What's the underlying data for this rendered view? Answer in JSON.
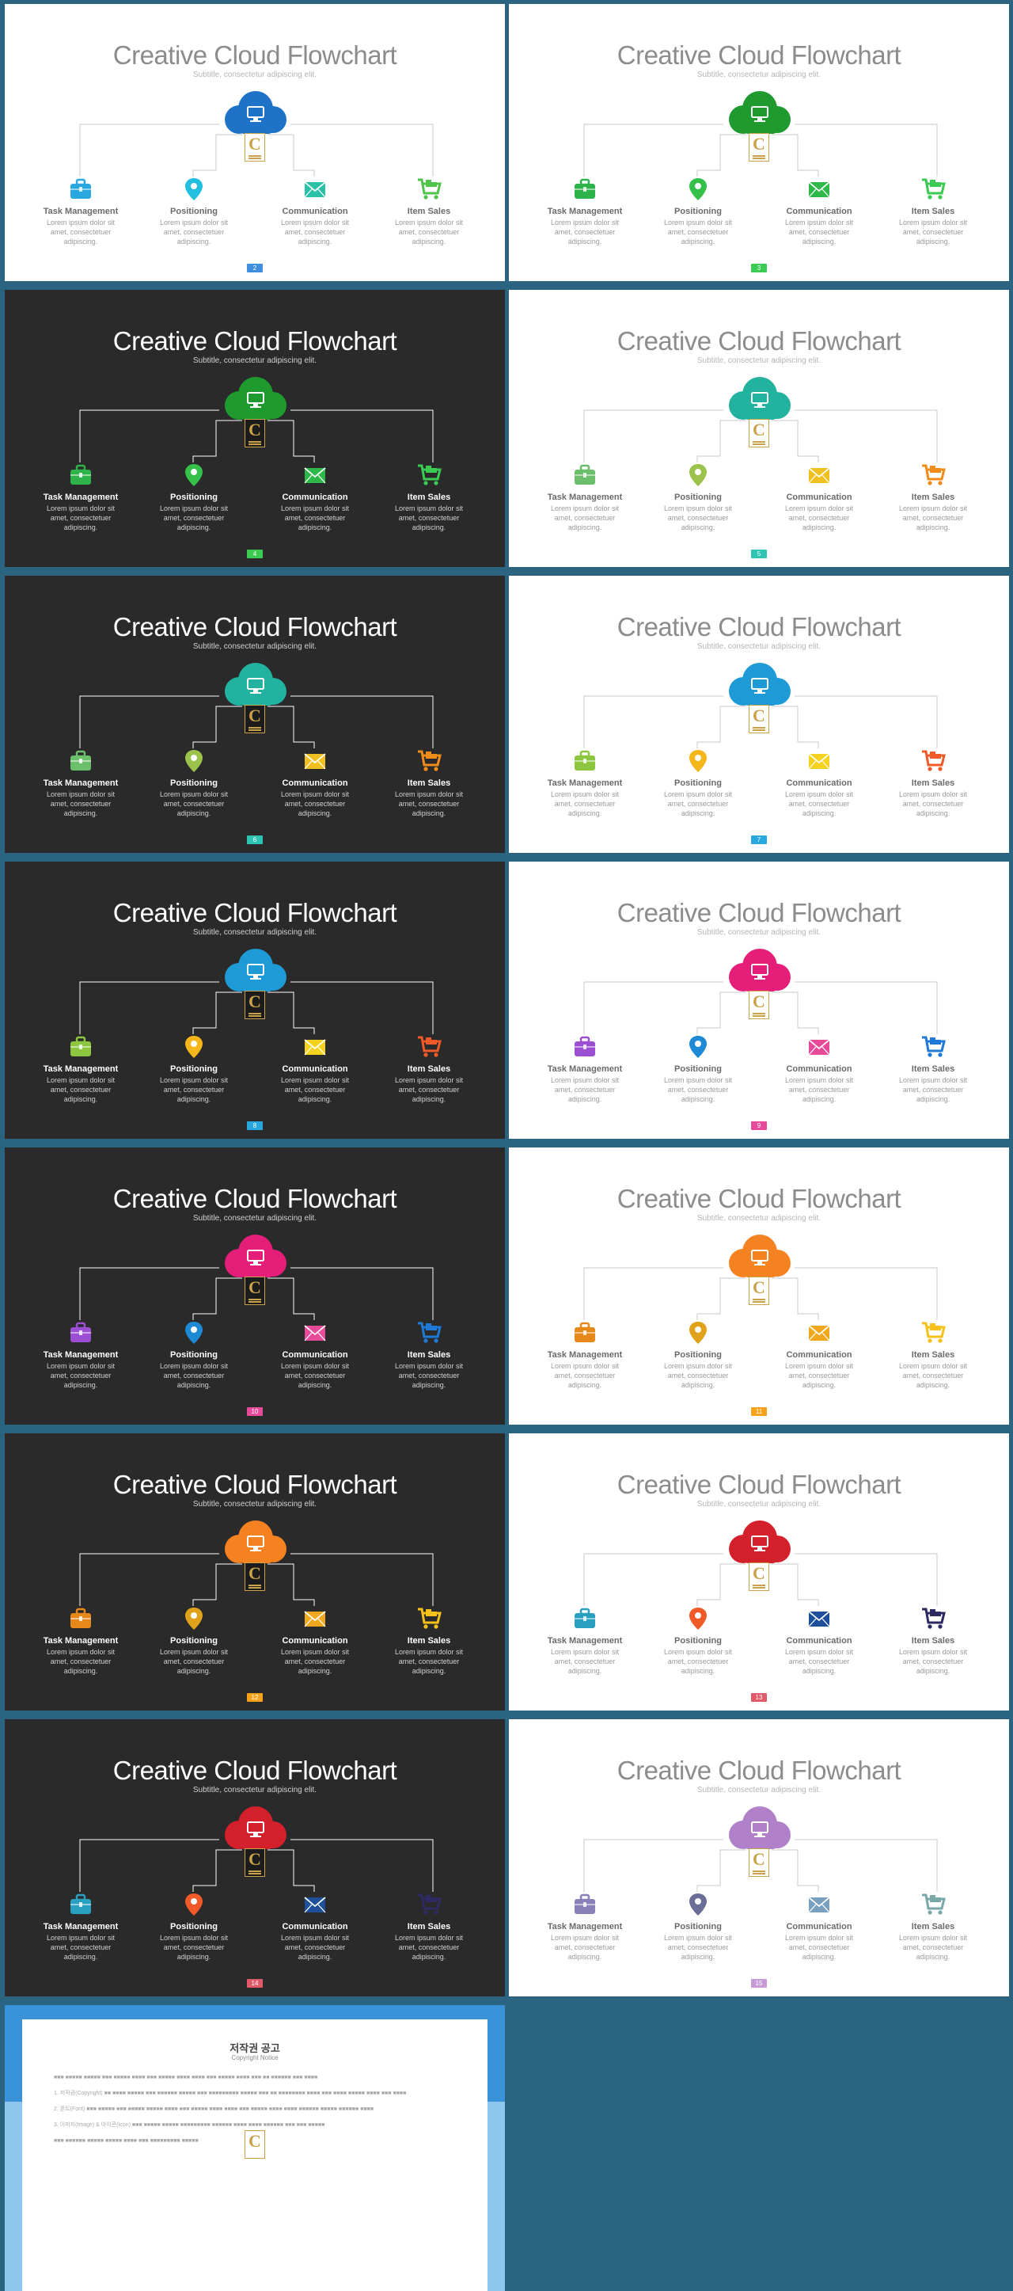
{
  "slide_text": {
    "title": "Creative Cloud Flowchart",
    "subtitle": "Subtitle, consectetur adipiscing elit.",
    "nodes": [
      {
        "label": "Task Management",
        "desc": "Lorem ipsum dolor sit amet, consectetuer adipiscing.",
        "icon": "briefcase-icon"
      },
      {
        "label": "Positioning",
        "desc": "Lorem ipsum dolor sit amet, consectetuer adipiscing.",
        "icon": "map-pin-icon"
      },
      {
        "label": "Communication",
        "desc": "Lorem ipsum dolor sit amet, consectetuer adipiscing.",
        "icon": "envelope-icon"
      },
      {
        "label": "Item Sales",
        "desc": "Lorem ipsum dolor sit amet, consectetuer adipiscing.",
        "icon": "cart-icon"
      }
    ]
  },
  "slides": [
    {
      "page": "2",
      "theme": "light",
      "cloud": "#1e73c8",
      "icons": [
        "#29a8e0",
        "#22bfe0",
        "#2bc0a8",
        "#4fc34a"
      ],
      "badge": "#3f8fe0"
    },
    {
      "page": "3",
      "theme": "light",
      "cloud": "#1e9a2e",
      "icons": [
        "#2db34a",
        "#35c04a",
        "#2fb84a",
        "#3ccb52"
      ],
      "badge": "#3ccb52"
    },
    {
      "page": "4",
      "theme": "dark",
      "cloud": "#1e9a2e",
      "icons": [
        "#2db34a",
        "#35c04a",
        "#2fb84a",
        "#3ccb52"
      ],
      "badge": "#3ccb52"
    },
    {
      "page": "5",
      "theme": "light",
      "cloud": "#22b2a0",
      "icons": [
        "#6cbf6a",
        "#9bc24a",
        "#f0c020",
        "#ef8c1a"
      ],
      "badge": "#2ec4b4"
    },
    {
      "page": "6",
      "theme": "dark",
      "cloud": "#22b2a0",
      "icons": [
        "#6cbf6a",
        "#9bc24a",
        "#f0c020",
        "#ef8c1a"
      ],
      "badge": "#2ec4b4"
    },
    {
      "page": "7",
      "theme": "light",
      "cloud": "#1e9ad6",
      "icons": [
        "#8cc63e",
        "#f4b619",
        "#f4d21e",
        "#ef5a28"
      ],
      "badge": "#29a8e0"
    },
    {
      "page": "8",
      "theme": "dark",
      "cloud": "#1e9ad6",
      "icons": [
        "#8cc63e",
        "#f4b619",
        "#f4d21e",
        "#ef5a28"
      ],
      "badge": "#29a8e0"
    },
    {
      "page": "9",
      "theme": "light",
      "cloud": "#e41e79",
      "icons": [
        "#9b4fd3",
        "#1e8ad6",
        "#e84a9a",
        "#1e7ad6"
      ],
      "badge": "#e84a9a"
    },
    {
      "page": "10",
      "theme": "dark",
      "cloud": "#e41e79",
      "icons": [
        "#9b4fd3",
        "#1e8ad6",
        "#e84a9a",
        "#1e7ad6"
      ],
      "badge": "#e84a9a"
    },
    {
      "page": "11",
      "theme": "light",
      "cloud": "#f58220",
      "icons": [
        "#e7891a",
        "#e0a21a",
        "#f0a81e",
        "#f6c21a"
      ],
      "badge": "#f6a21a"
    },
    {
      "page": "12",
      "theme": "dark",
      "cloud": "#f58220",
      "icons": [
        "#e7891a",
        "#e0a21a",
        "#f0a81e",
        "#f6c21a"
      ],
      "badge": "#f6a21a"
    },
    {
      "page": "13",
      "theme": "light",
      "cloud": "#d4202a",
      "icons": [
        "#2aa0c0",
        "#ef5a28",
        "#1e4f9a",
        "#2e2a62"
      ],
      "badge": "#e05a6a"
    },
    {
      "page": "14",
      "theme": "dark",
      "cloud": "#d4202a",
      "icons": [
        "#2aa0c0",
        "#ef5a28",
        "#1e4f9a",
        "#2e2a62"
      ],
      "badge": "#e05a6a"
    },
    {
      "page": "15",
      "theme": "light",
      "cloud": "#b080c8",
      "icons": [
        "#8a80b8",
        "#6a6e96",
        "#7aa0c0",
        "#7aa8a8"
      ],
      "badge": "#c89ad8"
    }
  ],
  "copyright": {
    "title": "저작권 공고",
    "subtitle": "Copyright Notice",
    "paragraphs": [
      "■■■ ■■■■■ ■■■■■ ■■■ ■■■■■ ■■■■ ■■■ ■■■■■ ■■■■ ■■■■ ■■■ ■■■■■ ■■■■ ■■■ ■■ ■■■■■■ ■■■ ■■■■",
      "1. 저작권(Copyright) ■■ ■■■■ ■■■■■ ■■■ ■■■■■■ ■■■■■ ■■■ ■■■■■■■■■ ■■■■■ ■■■ ■■ ■■■■■■■■ ■■■■ ■■■ ■■■■ ■■■■■ ■■■■ ■■■ ■■■■",
      "2. 폰트(Font) ■■■ ■■■■■ ■■■ ■■■■■ ■■■■■ ■■■■ ■■■ ■■■■■ ■■■■ ■■■■ ■■■ ■■■■■ ■■■■ ■■■■ ■■■■■■ ■■■■■ ■■■■■■ ■■■■",
      "3. 이미지(Image) & 아이콘(Icon) ■■■ ■■■■■ ■■■■■ ■■■■■■■■■ ■■■■■■ ■■■■ ■■■■ ■■■■■■ ■■■ ■■■ ■■■■■",
      "■■■ ■■■■■■ ■■■■■ ■■■■■ ■■■■ ■■■ ■■■■■■■■■ ■■■■■"
    ]
  }
}
